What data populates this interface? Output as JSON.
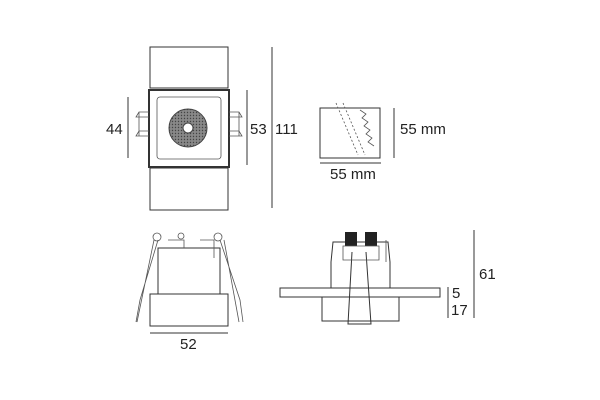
{
  "top_view": {
    "dim_left": "44",
    "dim_inner": "53",
    "dim_total": "111"
  },
  "cutout": {
    "height_label": "55 mm",
    "width_label": "55 mm"
  },
  "side_view": {
    "width_label": "52"
  },
  "profile_view": {
    "flange_label": "5",
    "depth_label": "17",
    "height_label": "61"
  },
  "colors": {
    "line": "#333333",
    "text": "#222222"
  }
}
